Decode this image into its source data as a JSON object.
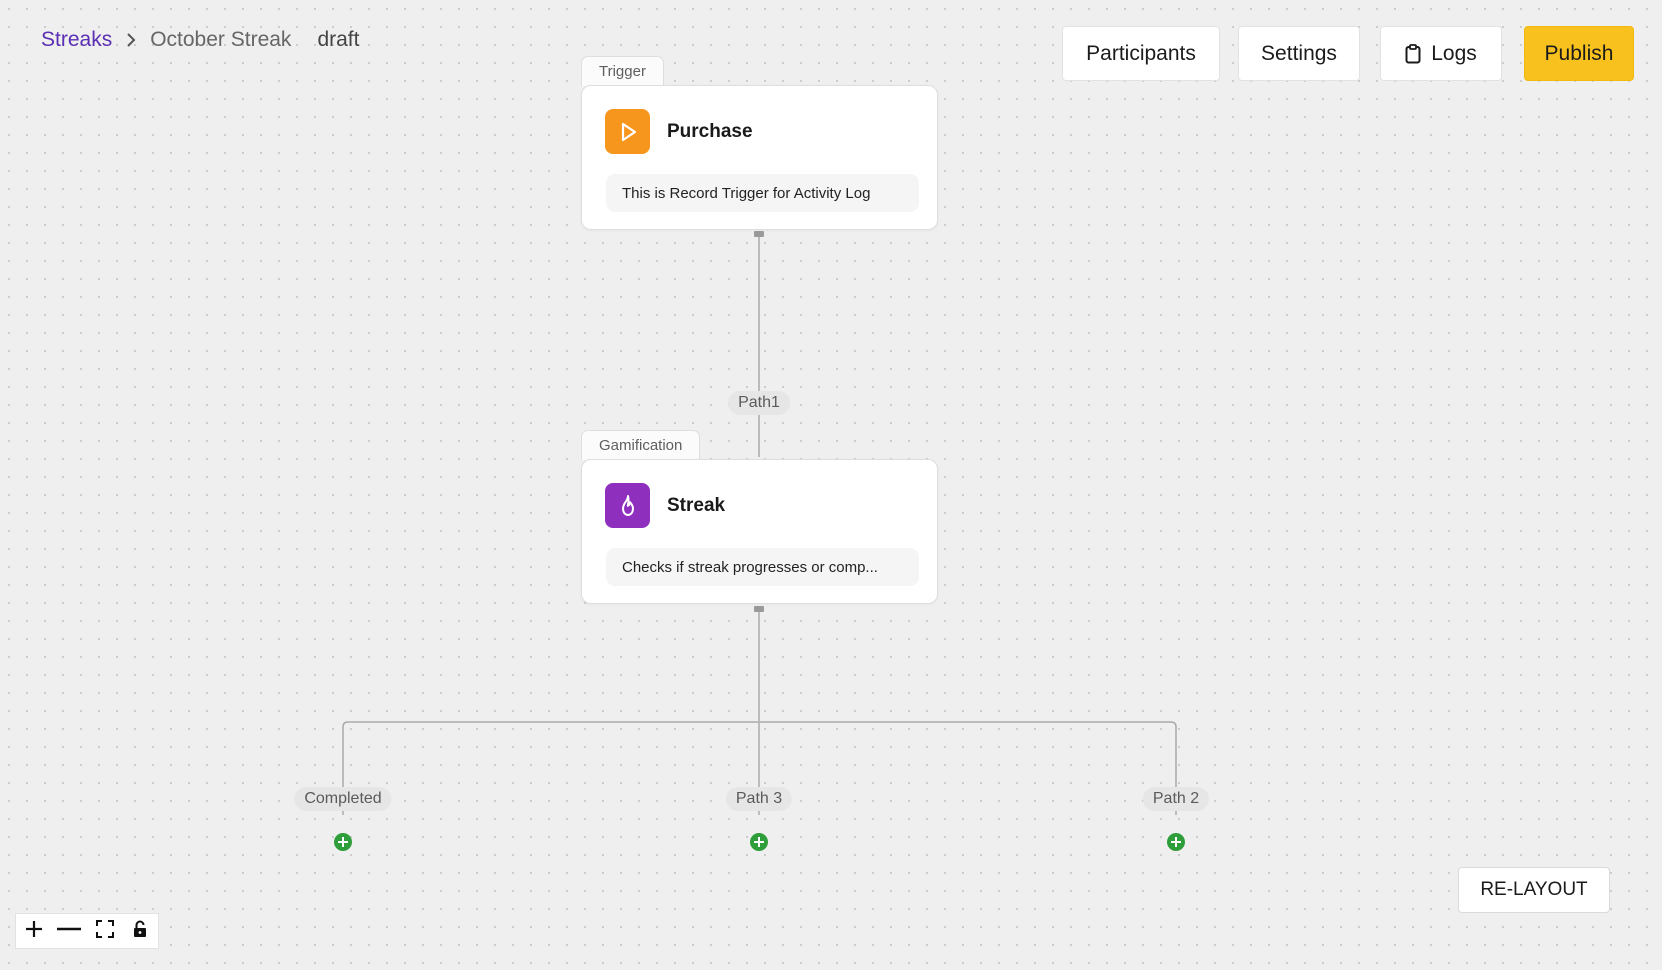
{
  "breadcrumb": {
    "root": "Streaks",
    "current": "October Streak",
    "status": "draft"
  },
  "toolbar": {
    "participants_label": "Participants",
    "settings_label": "Settings",
    "logs_label": "Logs",
    "logs_icon": "clipboard-icon",
    "publish_label": "Publish"
  },
  "flow": {
    "trigger_node": {
      "tab": "Trigger",
      "title": "Purchase",
      "description": "This is Record Trigger for Activity Log",
      "icon": "play-icon",
      "icon_color": "#f7961d"
    },
    "gamification_node": {
      "tab": "Gamification",
      "title": "Streak",
      "description": "Checks if streak progresses or comp...",
      "icon": "flame-icon",
      "icon_color": "#8e2fbe"
    },
    "edge_labels": {
      "path1": "Path1",
      "completed": "Completed",
      "path3": "Path 3",
      "path2": "Path 2"
    },
    "add_node_color": "#2e9e3a"
  },
  "relayout_label": "RE-LAYOUT",
  "controls": {
    "zoom_in": "plus-icon",
    "zoom_out": "minus-icon",
    "fit_view": "fit-view-icon",
    "lock": "lock-icon"
  }
}
